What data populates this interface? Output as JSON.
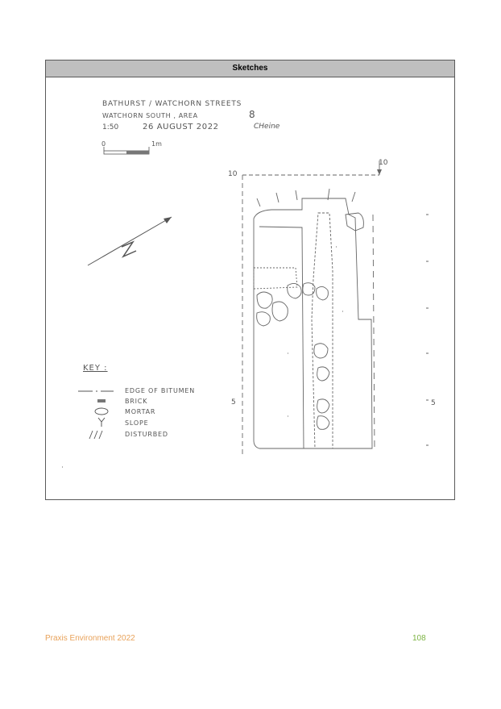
{
  "section": {
    "title": "Sketches"
  },
  "sketch": {
    "heading_line1": "BATHURST / WATCHORN STREETS",
    "heading_line2": "WATCHORN SOUTH , AREA",
    "area_number": "8",
    "scale": "1:50",
    "date": "26 AUGUST 2022",
    "author": "CHeine",
    "scale_bar_start": "0",
    "scale_bar_end": "1m",
    "grid_top_left": "10",
    "grid_top_right": "10",
    "grid_mid_left": "5",
    "grid_mid_right": "5",
    "key_title": "KEY :",
    "key_items": [
      {
        "symbol": "line",
        "label": "EDGE OF BITUMEN"
      },
      {
        "symbol": "brick",
        "label": "BRICK"
      },
      {
        "symbol": "mortar",
        "label": "MORTAR"
      },
      {
        "symbol": "slope",
        "label": "SLOPE"
      },
      {
        "symbol": "hatch",
        "label": "DISTURBED"
      }
    ]
  },
  "footer": {
    "left": "Praxis Environment 2022",
    "page_number": "108"
  }
}
